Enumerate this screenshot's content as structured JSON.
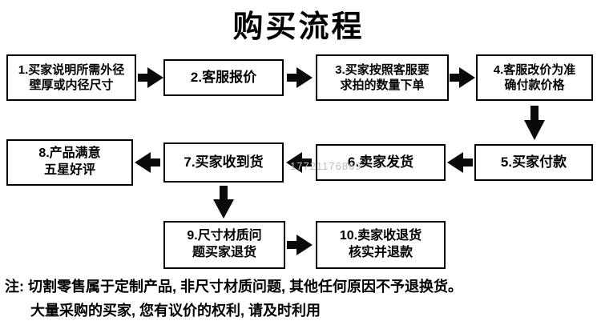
{
  "title": "购买流程",
  "watermark": "17721176869",
  "steps": [
    {
      "line1": "1.买家说明所需外径",
      "line2": "壁厚或内径尺寸"
    },
    {
      "line1": "2.客服报价",
      "line2": ""
    },
    {
      "line1": "3.买家按照客服要",
      "line2": "求拍的数量下单"
    },
    {
      "line1": "4.客服改价为准",
      "line2": "确付款价格"
    },
    {
      "line1": "5.买家付款",
      "line2": ""
    },
    {
      "line1": "6.卖家发货",
      "line2": ""
    },
    {
      "line1": "7.买家收到货",
      "line2": ""
    },
    {
      "line1": "8.产品满意",
      "line2": "五星好评"
    },
    {
      "line1": "9.尺寸材质问",
      "line2": "题买家退货"
    },
    {
      "line1": "10.卖家收退货",
      "line2": "核实并退款"
    }
  ],
  "notes": {
    "line1": "注: 切割零售属于定制产品, 非尺寸材质问题, 其他任何原因不予退换货。",
    "line2": "大量采购的买家, 您有议价的权利, 请及时利用"
  },
  "colors": {
    "box_border": "#000000",
    "text": "#000000",
    "watermark": "#bfbfbf"
  }
}
